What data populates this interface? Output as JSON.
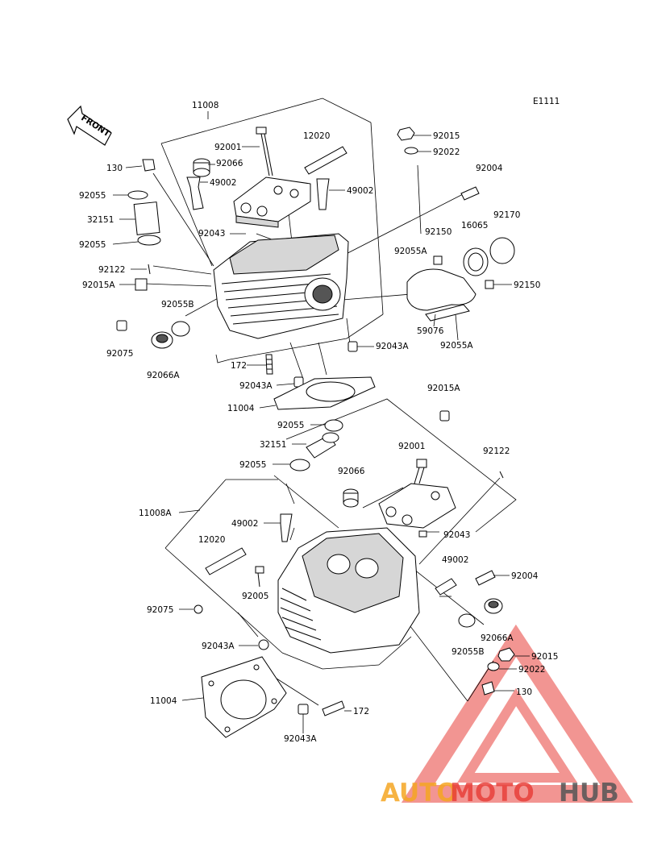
{
  "diagram": {
    "code": "E1111",
    "front_arrow": "FRONT",
    "callouts": {
      "p11008_top": "11008",
      "p92001_top": "92001",
      "p12020_top": "12020",
      "p92015_top": "92015",
      "p92022_top": "92022",
      "p130_top": "130",
      "p92066_top": "92066",
      "p49002_top_left": "49002",
      "p49002_top_right": "49002",
      "p92004_top": "92004",
      "p92055_top1": "92055",
      "p32151_top": "32151",
      "p92055_top2": "92055",
      "p92043_top": "92043",
      "p92150_top1": "92150",
      "p16065": "16065",
      "p92170": "92170",
      "p92055A_top": "92055A",
      "p92122_top": "92122",
      "p92015A_top": "92015A",
      "p92150_top2": "92150",
      "p92055B_top": "92055B",
      "p59076": "59076",
      "p92055A_top2": "92055A",
      "p92075_top": "92075",
      "p92043A_top_r": "92043A",
      "p92066A_top": "92066A",
      "p172_top": "172",
      "p92043A_top_b": "92043A",
      "p11004_top": "11004",
      "p92015A_bot": "92015A",
      "p92055_bot1": "92055",
      "p32151_bot": "32151",
      "p92001_bot": "92001",
      "p92122_bot": "92122",
      "p92055_bot2": "92055",
      "p92066_bot": "92066",
      "p11008A": "11008A",
      "p49002_bot_l": "49002",
      "p92043_bot": "92043",
      "p12020_bot": "12020",
      "p49002_bot_r": "49002",
      "p92005": "92005",
      "p92004_bot": "92004",
      "p92075_bot": "92075",
      "p92066A_bot": "92066A",
      "p92043A_bot1": "92043A",
      "p92055B_bot": "92055B",
      "p92015_bot": "92015",
      "p92022_bot": "92022",
      "p130_bot": "130",
      "p11004_bot": "11004",
      "p172_bot": "172",
      "p92043A_bot2": "92043A"
    }
  },
  "watermark": {
    "part1": "AUTO",
    "part2": "MOTO",
    "part3": "HUB",
    "color_orange": "#f5a623",
    "color_red": "#e8403a",
    "color_gray": "#555555"
  }
}
